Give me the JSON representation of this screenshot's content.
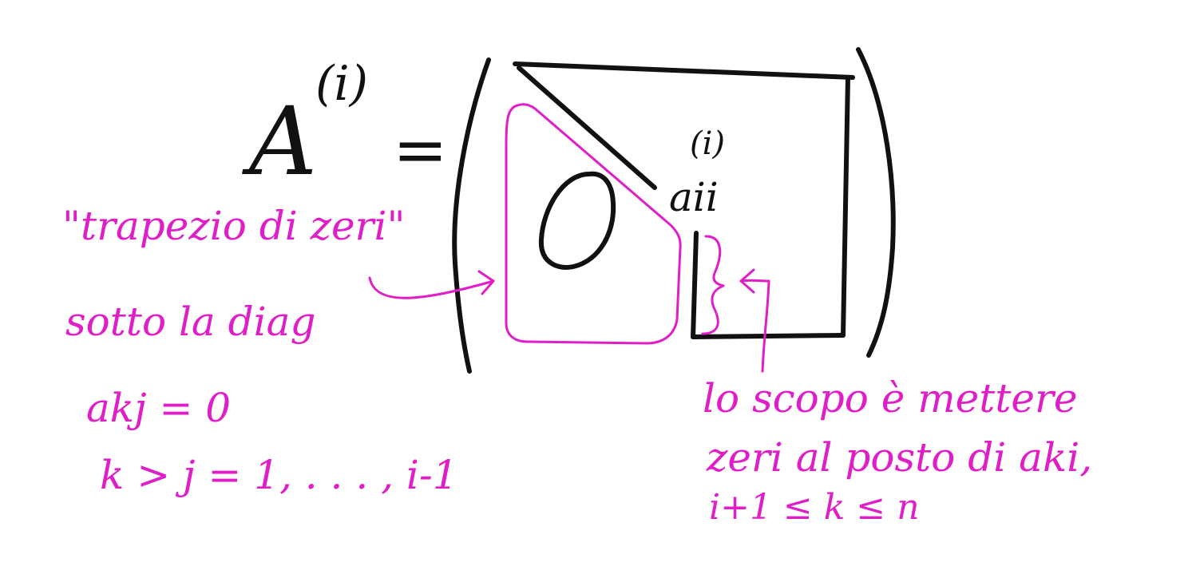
{
  "colors": {
    "ink": "#111111",
    "highlight": "#e01ec8",
    "background": "#ffffff"
  },
  "matrix": {
    "lhs_letter": "A",
    "lhs_superscript": "(i)",
    "equals": "=",
    "zero_block": "0",
    "pivot_superscript": "(i)",
    "pivot_label": "aii"
  },
  "annotations": {
    "trapezoid_line1": "\"trapezio di zeri\"",
    "trapezoid_line2": "sotto la diag",
    "condition_line1": "akj = 0",
    "condition_line2": "k > j = 1, . . . , i-1",
    "goal_line1": "lo scopo è mettere",
    "goal_line2": "zeri al posto di aki,",
    "goal_line3": "i+1 ≤ k ≤ n"
  }
}
